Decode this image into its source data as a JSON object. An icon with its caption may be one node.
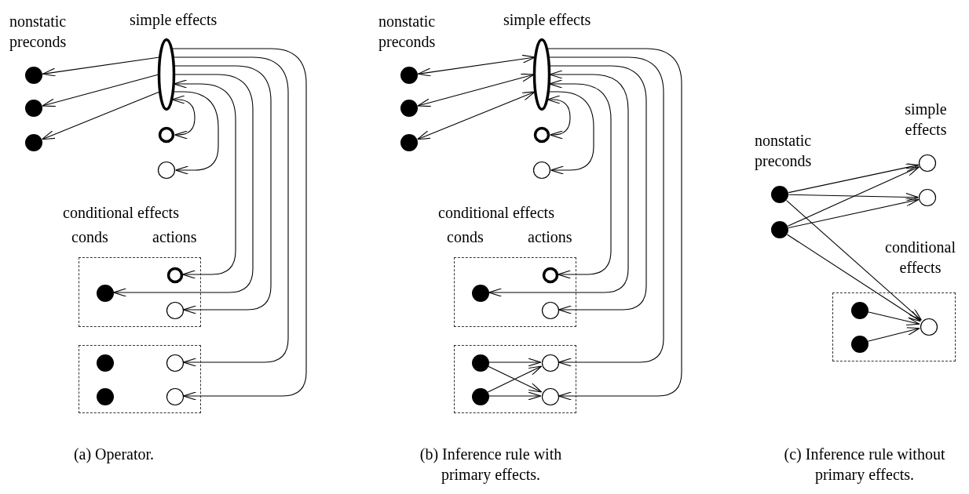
{
  "diagram": {
    "nodes": [
      {
        "text": [],
        "shape": "ellipse"
      },
      {
        "text": [],
        "shape": "dot"
      },
      {
        "text": [],
        "shape": "dot"
      },
      {
        "text": [],
        "shape": "dot"
      },
      {
        "text": [],
        "shape": "ring"
      },
      {
        "text": [],
        "shape": "circle"
      },
      {
        "text": [],
        "shape": "box"
      },
      {
        "text": [],
        "shape": "dot",
        "in": 6
      },
      {
        "text": [],
        "shape": "ring",
        "in": 6
      },
      {
        "text": [],
        "shape": "circle",
        "in": 6
      },
      {
        "text": [],
        "shape": "box"
      },
      {
        "text": [],
        "shape": "dot",
        "in": 10
      },
      {
        "text": [],
        "shape": "circle",
        "in": 10
      },
      {
        "text": [],
        "shape": "dot",
        "in": 10
      },
      {
        "text": [],
        "shape": "circle",
        "in": 10
      },
      {
        "text": [],
        "shape": "ellipse"
      },
      {
        "text": [],
        "shape": "dot"
      },
      {
        "text": [],
        "shape": "dot"
      },
      {
        "text": [],
        "shape": "dot"
      },
      {
        "text": [],
        "shape": "ring"
      },
      {
        "text": [],
        "shape": "circle"
      },
      {
        "text": [],
        "shape": "box"
      },
      {
        "text": [],
        "shape": "dot",
        "in": 21
      },
      {
        "text": [],
        "shape": "ring",
        "in": 21
      },
      {
        "text": [],
        "shape": "circle",
        "in": 21
      },
      {
        "text": [],
        "shape": "box"
      },
      {
        "text": [],
        "shape": "dot",
        "in": 25
      },
      {
        "text": [],
        "shape": "circle",
        "in": 25
      },
      {
        "text": [],
        "shape": "dot",
        "in": 25
      },
      {
        "text": [],
        "shape": "circle",
        "in": 25
      },
      {
        "text": [],
        "shape": "dot"
      },
      {
        "text": [],
        "shape": "dot"
      },
      {
        "text": [],
        "shape": "circle"
      },
      {
        "text": [],
        "shape": "circle"
      },
      {
        "text": [],
        "shape": "box"
      },
      {
        "text": [],
        "shape": "dot",
        "in": 34
      },
      {
        "text": [],
        "shape": "circle",
        "in": 34
      },
      {
        "text": [],
        "shape": "dot",
        "in": 34
      }
    ],
    "edges": [
      {
        "from": 0,
        "to": 1,
        "arrow": "to"
      },
      {
        "from": 0,
        "to": 2,
        "arrow": "to"
      },
      {
        "from": 0,
        "to": 3,
        "arrow": "to"
      },
      {
        "from": 0,
        "to": 4,
        "arrow": "both"
      },
      {
        "from": 0,
        "to": 5,
        "arrow": "to"
      },
      {
        "from": 0,
        "to": 8,
        "arrow": "both"
      },
      {
        "from": 0,
        "to": 7,
        "arrow": "to"
      },
      {
        "from": 0,
        "to": 9,
        "arrow": "to"
      },
      {
        "from": 0,
        "to": 12,
        "arrow": "to"
      },
      {
        "from": 0,
        "to": 14,
        "arrow": "to"
      },
      {
        "from": 15,
        "to": 16,
        "arrow": "both"
      },
      {
        "from": 15,
        "to": 17,
        "arrow": "both"
      },
      {
        "from": 15,
        "to": 18,
        "arrow": "both"
      },
      {
        "from": 15,
        "to": 19,
        "arrow": "both"
      },
      {
        "from": 15,
        "to": 20,
        "arrow": "to"
      },
      {
        "from": 15,
        "to": 23,
        "arrow": "both"
      },
      {
        "from": 15,
        "to": 22,
        "arrow": "both"
      },
      {
        "from": 15,
        "to": 24,
        "arrow": "to"
      },
      {
        "from": 15,
        "to": 27,
        "arrow": "to"
      },
      {
        "from": 15,
        "to": 29,
        "arrow": "to"
      },
      {
        "from": 26,
        "to": 27,
        "arrow": "to"
      },
      {
        "from": 26,
        "to": 29,
        "arrow": "to"
      },
      {
        "from": 28,
        "to": 27,
        "arrow": "to"
      },
      {
        "from": 28,
        "to": 29,
        "arrow": "to"
      },
      {
        "from": 30,
        "to": 32,
        "arrow": "to"
      },
      {
        "from": 30,
        "to": 33,
        "arrow": "to"
      },
      {
        "from": 30,
        "to": 36,
        "arrow": "to"
      },
      {
        "from": 31,
        "to": 32,
        "arrow": "to"
      },
      {
        "from": 31,
        "to": 33,
        "arrow": "to"
      },
      {
        "from": 31,
        "to": 36,
        "arrow": "to"
      },
      {
        "from": 35,
        "to": 36,
        "arrow": "to"
      },
      {
        "from": 37,
        "to": 36,
        "arrow": "to"
      }
    ],
    "labels": [
      "nonstatic preconds",
      "simple effects",
      "conditional effects",
      "conds",
      "actions",
      "nonstatic preconds",
      "simple effects",
      "conditional effects",
      "conds",
      "actions",
      "nonstatic preconds",
      "simple effects",
      "conditional effects",
      "(a) Operator.",
      "(b) Inference rule with primary effects.",
      "(c) Inference rule without primary effects."
    ]
  }
}
